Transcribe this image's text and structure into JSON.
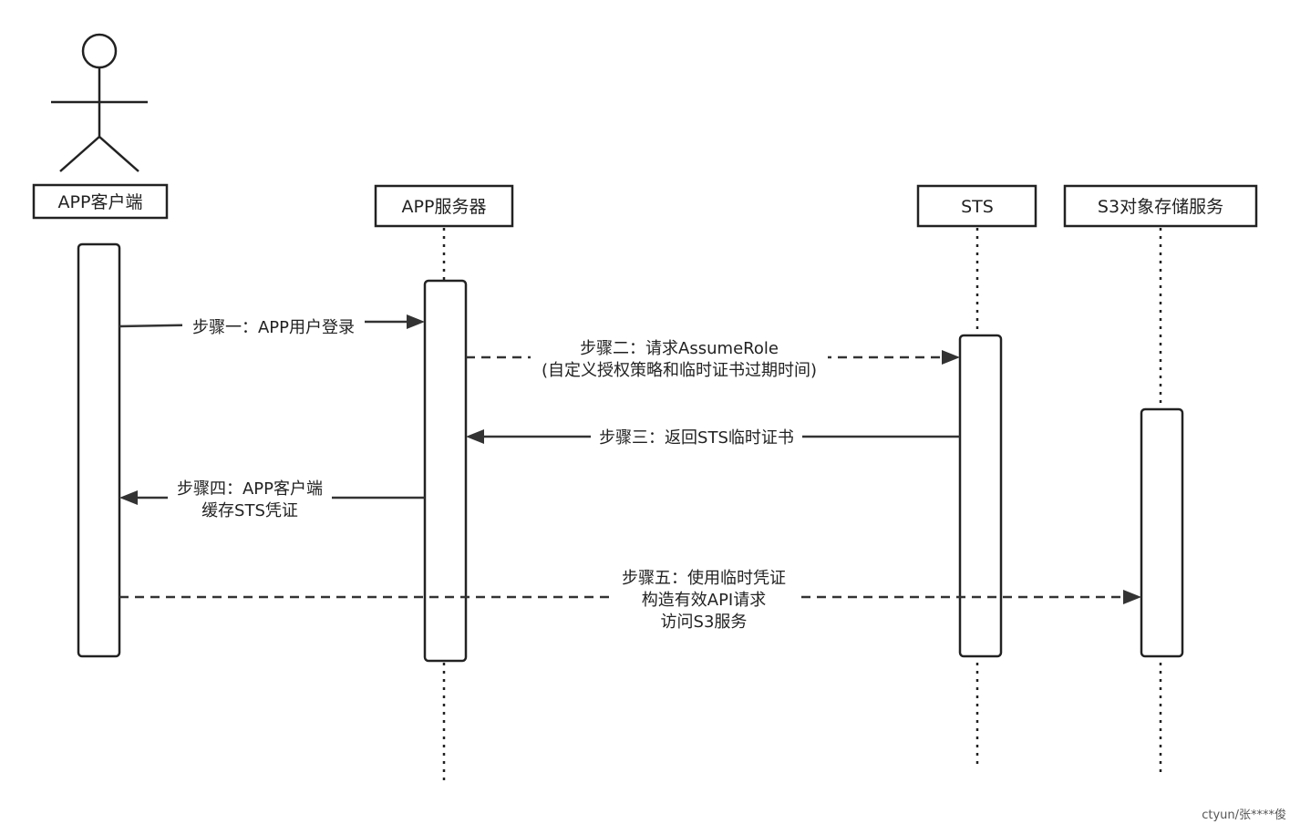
{
  "participants": {
    "client": "APP客户端",
    "server": "APP服务器",
    "sts": "STS",
    "s3": "S3对象存储服务"
  },
  "messages": {
    "step1": "步骤一：APP用户登录",
    "step2_line1": "步骤二：请求AssumeRole",
    "step2_line2": "(自定义授权策略和临时证书过期时间)",
    "step3": "步骤三：返回STS临时证书",
    "step4_line1": "步骤四：APP客户端",
    "step4_line2": "缓存STS凭证",
    "step5_line1": "步骤五：使用临时凭证",
    "step5_line2": "构造有效API请求",
    "step5_line3": "访问S3服务"
  },
  "watermark": "ctyun/张****俊"
}
